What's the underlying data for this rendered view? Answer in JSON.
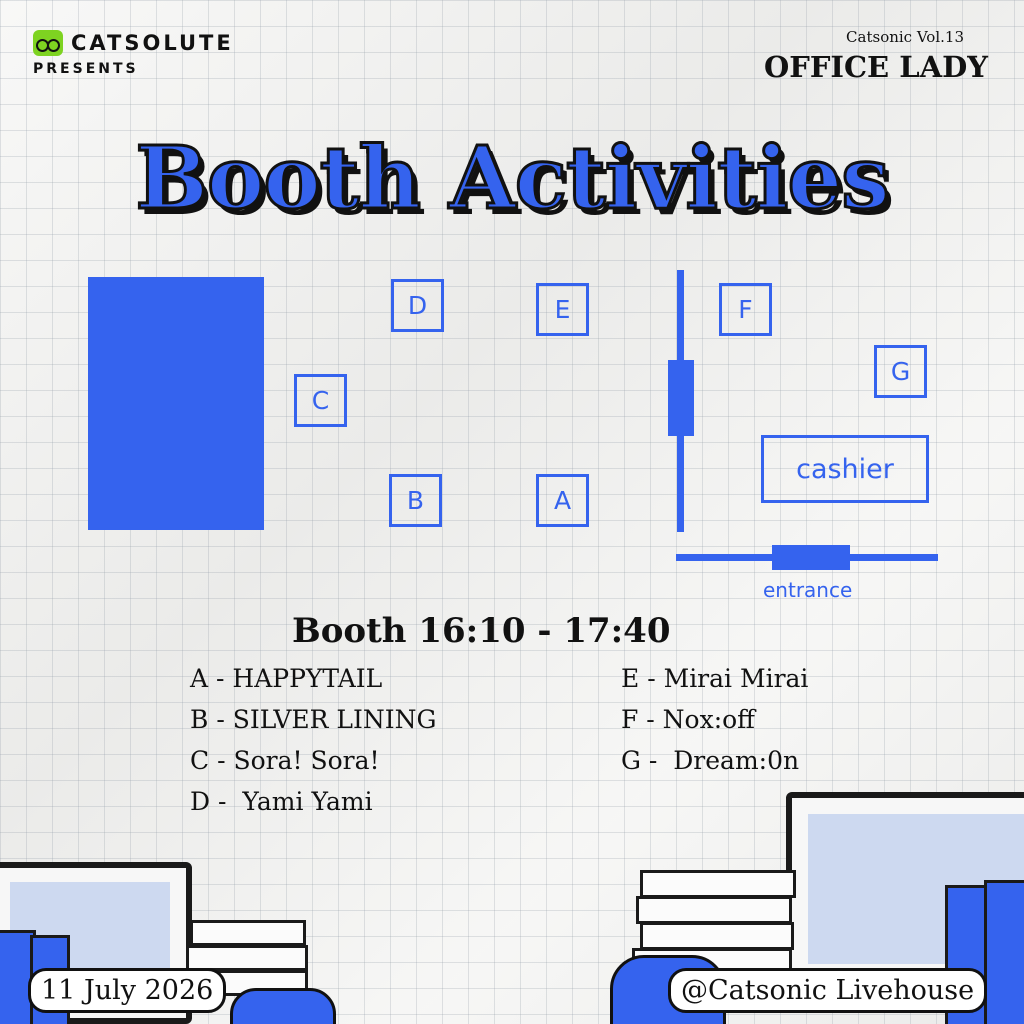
{
  "header": {
    "brand": "CATSOLUTE",
    "presents": "PRESENTS",
    "volume": "Catsonic Vol.13",
    "event_name": "OFFICE LADY"
  },
  "title": "Booth Activities",
  "map": {
    "booths": [
      "A",
      "B",
      "C",
      "D",
      "E",
      "F",
      "G"
    ],
    "cashier": "cashier",
    "entrance": "entrance"
  },
  "schedule": {
    "time": "Booth 16:10 - 17:40",
    "left_column": [
      "A - HAPPYTAIL",
      "B - SILVER LINING",
      "C - Sora! Sora!",
      "D -  Yami Yami"
    ],
    "right_column": [
      "E - Mirai Mirai",
      "F - Nox:off",
      "G -  Dream:0n"
    ]
  },
  "footer": {
    "date": "11 July 2026",
    "venue": "@Catsonic Livehouse"
  },
  "colors": {
    "accent": "#3563ee",
    "background": "#f1f1ef",
    "ink": "#111111",
    "logo_green": "#7ed321"
  }
}
